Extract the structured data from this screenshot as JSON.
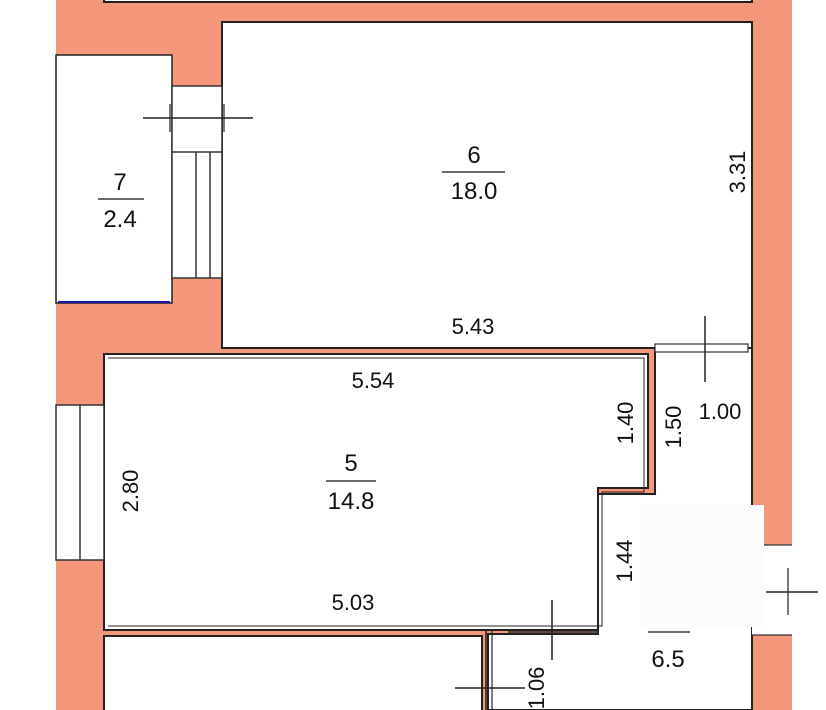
{
  "colors": {
    "wall": "#f4977a",
    "line": "#222222",
    "floor": "#ffffff",
    "window_line": "#333333",
    "balcony_edge": "#1a1aa0"
  },
  "rooms": [
    {
      "number": "6",
      "area": "18.0"
    },
    {
      "number": "7",
      "area": "2.4"
    },
    {
      "number": "5",
      "area": "14.8"
    },
    {
      "area": "6.5"
    }
  ],
  "dimensions": {
    "room6_height": "3.31",
    "room6_width": "5.43",
    "room5_top_width": "5.54",
    "room5_niche_height": "1.40",
    "corridor_height": "1.50",
    "door_width": "1.00",
    "room5_height": "2.80",
    "room5_step_height": "1.44",
    "room5_bottom_width": "5.03",
    "lower_door": "1.06"
  }
}
